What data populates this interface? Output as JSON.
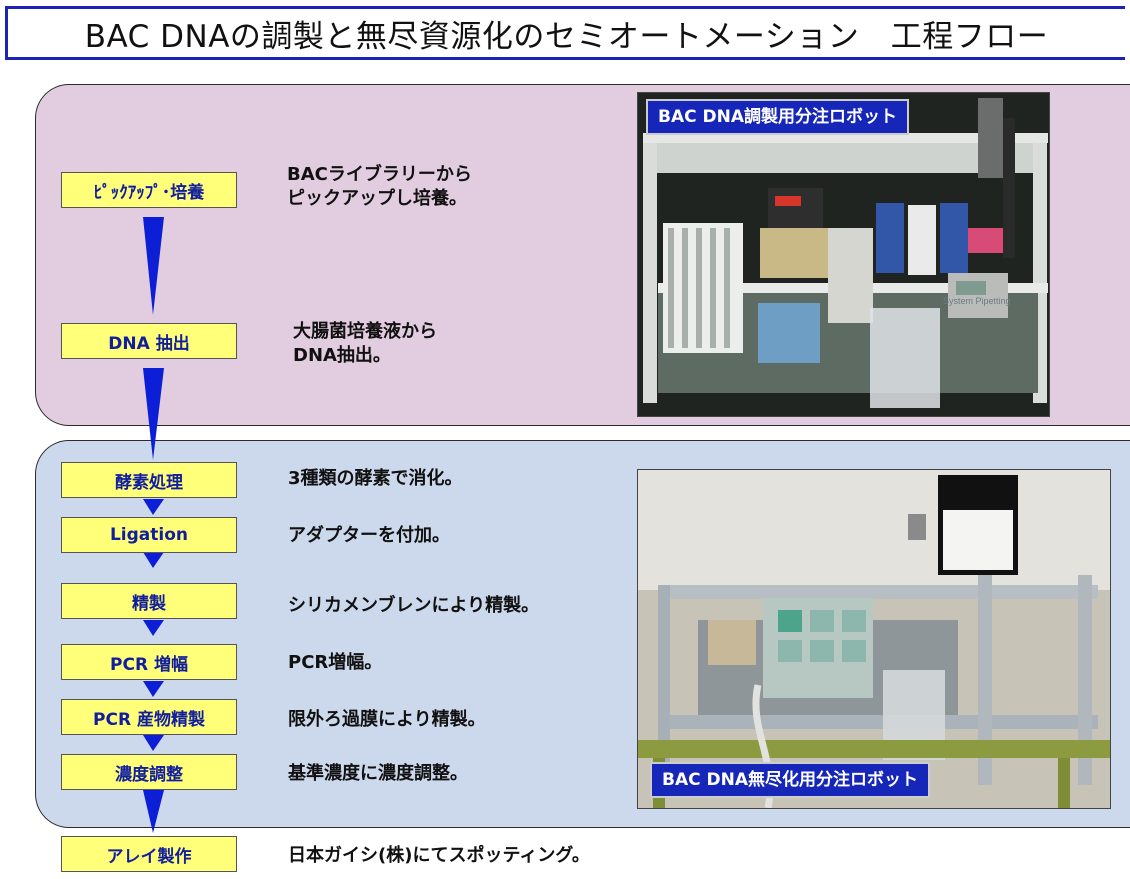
{
  "title": "BAC DNAの調製と無尽資源化のセミオートメーション　工程フロー",
  "steps": [
    {
      "label": "ﾋﾟｯｸｱｯﾌﾟ･培養",
      "desc": [
        "BACライブラリーから",
        "ピックアップし培養。"
      ]
    },
    {
      "label": "DNA 抽出",
      "desc": [
        "大腸菌培養液から",
        "DNA抽出。"
      ]
    },
    {
      "label": "酵素処理",
      "desc": [
        "3種類の酵素で消化。"
      ]
    },
    {
      "label": "Ligation",
      "desc": [
        "アダプターを付加。"
      ]
    },
    {
      "label": "精製",
      "desc": [
        "シリカメンブレンにより精製。"
      ]
    },
    {
      "label": "PCR 増幅",
      "desc": [
        "PCR増幅。"
      ]
    },
    {
      "label": "PCR 産物精製",
      "desc": [
        "限外ろ過膜により精製。"
      ]
    },
    {
      "label": "濃度調整",
      "desc": [
        "基準濃度に濃度調整。"
      ]
    },
    {
      "label": "アレイ製作",
      "desc": [
        "日本ガイシ(株)にてスポッティング。"
      ]
    }
  ],
  "photos": {
    "top_label": "BAC DNA調製用分注ロボット",
    "bottom_label": "BAC DNA無尽化用分注ロボット",
    "top_instrument_text": "System Pipetting"
  },
  "colors": {
    "title_border": "#1a22b8",
    "top_panel": "#e2cde0",
    "bottom_panel": "#ccd8ec",
    "step_fill": "#ffff7a",
    "step_text": "#111e9e",
    "arrow": "#0c1fd6",
    "label_bg": "#1626b8"
  }
}
